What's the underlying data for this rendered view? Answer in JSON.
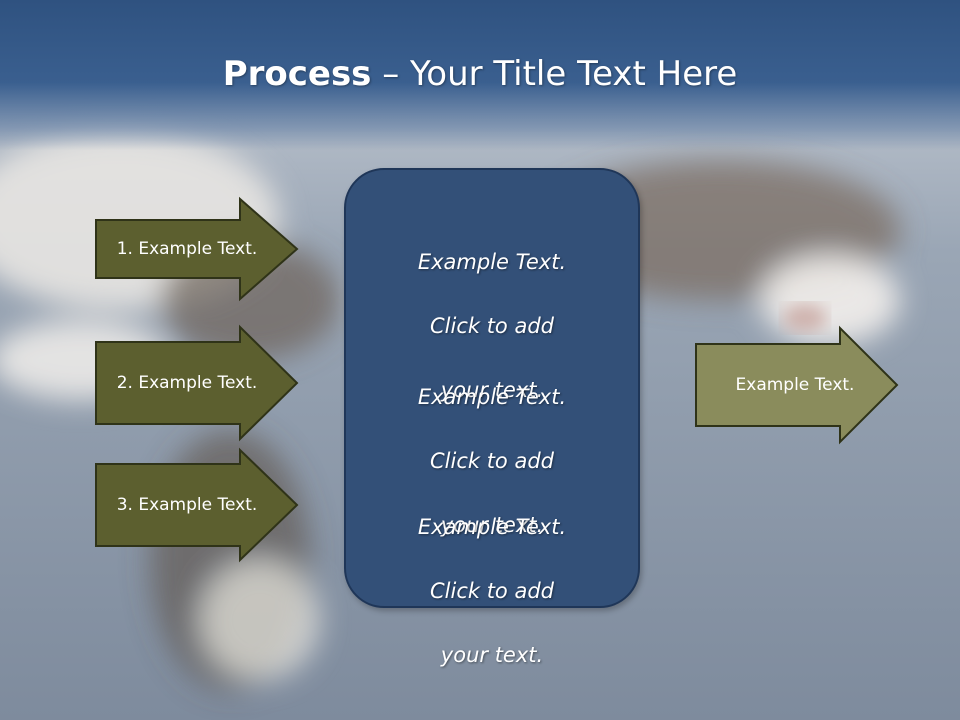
{
  "title": {
    "bold": "Process",
    "rest": " – Your Title Text Here"
  },
  "inputs": [
    {
      "label": "1. Example Text."
    },
    {
      "label": "2. Example Text."
    },
    {
      "label": "3. Example Text."
    }
  ],
  "center": {
    "blocks": [
      {
        "line1": "Example Text.",
        "line2": "Click  to add",
        "line3": "your text."
      },
      {
        "line1": "Example Text.",
        "line2": "Click  to add",
        "line3": "your text."
      },
      {
        "line1": "Example Text.",
        "line2": "Click  to add",
        "line3": "your text."
      }
    ]
  },
  "output": {
    "label": "Example Text."
  },
  "colors": {
    "title_bar": "#2f5280",
    "input_arrow_fill": "#5c5f2f",
    "output_arrow_fill": "#8a8c5c",
    "arrow_stroke": "#2f3318",
    "center_fill": "#335078"
  }
}
